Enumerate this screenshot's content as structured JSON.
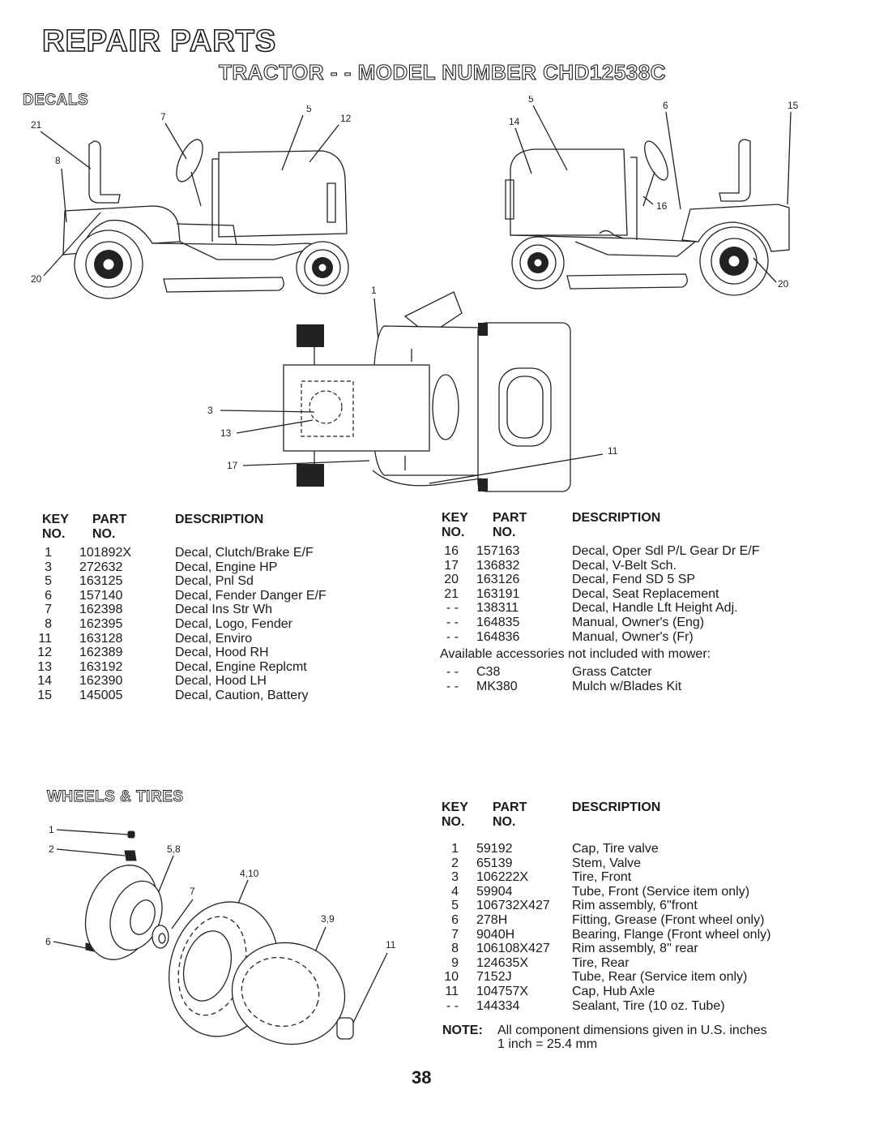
{
  "header": {
    "title": "REPAIR PARTS",
    "subtitle": "TRACTOR - - MODEL NUMBER CHD12538C"
  },
  "decals": {
    "heading": "DECALS",
    "callouts_left": [
      "21",
      "7",
      "5",
      "12",
      "8",
      "20"
    ],
    "callouts_right": [
      "5",
      "6",
      "15",
      "14",
      "16",
      "20"
    ],
    "callouts_top": [
      "1",
      "3",
      "13",
      "17",
      "11"
    ],
    "headers": {
      "key": "KEY",
      "no": "NO.",
      "part": "PART",
      "part_no": "NO.",
      "description": "DESCRIPTION"
    },
    "left_rows": [
      {
        "key": "1",
        "part": "101892X",
        "desc": "Decal, Clutch/Brake E/F"
      },
      {
        "key": "3",
        "part": "272632",
        "desc": "Decal, Engine HP"
      },
      {
        "key": "5",
        "part": "163125",
        "desc": "Decal, Pnl Sd"
      },
      {
        "key": "6",
        "part": "157140",
        "desc": "Decal, Fender Danger E/F"
      },
      {
        "key": "7",
        "part": "162398",
        "desc": "Decal Ins Str Wh"
      },
      {
        "key": "8",
        "part": "162395",
        "desc": "Decal, Logo, Fender"
      },
      {
        "key": "11",
        "part": "163128",
        "desc": "Decal, Enviro"
      },
      {
        "key": "12",
        "part": "162389",
        "desc": "Decal, Hood RH"
      },
      {
        "key": "13",
        "part": "163192",
        "desc": "Decal, Engine Replcmt"
      },
      {
        "key": "14",
        "part": "162390",
        "desc": "Decal, Hood LH"
      },
      {
        "key": "15",
        "part": "145005",
        "desc": "Decal, Caution, Battery"
      }
    ],
    "right_rows": [
      {
        "key": "16",
        "part": "157163",
        "desc": "Decal, Oper Sdl P/L Gear Dr E/F"
      },
      {
        "key": "17",
        "part": "136832",
        "desc": "Decal, V-Belt Sch."
      },
      {
        "key": "20",
        "part": "163126",
        "desc": "Decal, Fend SD 5 SP"
      },
      {
        "key": "21",
        "part": "163191",
        "desc": "Decal, Seat Replacement"
      },
      {
        "key": "- -",
        "part": "138311",
        "desc": "Decal, Handle Lft Height Adj."
      },
      {
        "key": "- -",
        "part": "164835",
        "desc": "Manual, Owner's (Eng)"
      },
      {
        "key": "- -",
        "part": "164836",
        "desc": "Manual, Owner's (Fr)"
      }
    ],
    "accessories_note": "Available accessories not included with mower:",
    "accessories": [
      {
        "key": "- -",
        "part": "C38",
        "desc": "Grass Catcter"
      },
      {
        "key": "- -",
        "part": "MK380",
        "desc": "Mulch w/Blades Kit"
      }
    ]
  },
  "wheels": {
    "heading": "WHEELS & TIRES",
    "callouts": [
      "1",
      "2",
      "5,8",
      "4,10",
      "7",
      "3,9",
      "6",
      "11"
    ],
    "headers": {
      "key": "KEY",
      "no": "NO.",
      "part": "PART",
      "part_no": "NO.",
      "description": "DESCRIPTION"
    },
    "rows": [
      {
        "key": "1",
        "part": "59192",
        "desc": "Cap, Tire valve"
      },
      {
        "key": "2",
        "part": "65139",
        "desc": "Stem, Valve"
      },
      {
        "key": "3",
        "part": "106222X",
        "desc": "Tire, Front"
      },
      {
        "key": "4",
        "part": "59904",
        "desc": "Tube, Front (Service item only)"
      },
      {
        "key": "5",
        "part": "106732X427",
        "desc": "Rim assembly, 6\"front"
      },
      {
        "key": "6",
        "part": "278H",
        "desc": "Fitting, Grease (Front wheel only)"
      },
      {
        "key": "7",
        "part": "9040H",
        "desc": "Bearing, Flange (Front wheel only)"
      },
      {
        "key": "8",
        "part": "106108X427",
        "desc": "Rim assembly, 8\" rear"
      },
      {
        "key": "9",
        "part": "124635X",
        "desc": "Tire, Rear"
      },
      {
        "key": "10",
        "part": "7152J",
        "desc": "Tube, Rear (Service item only)"
      },
      {
        "key": "11",
        "part": "104757X",
        "desc": "Cap, Hub Axle"
      },
      {
        "key": "- -",
        "part": "144334",
        "desc": "Sealant, Tire (10 oz. Tube)"
      }
    ],
    "note_label": "NOTE:",
    "note_line1": "All component dimensions given in U.S. inches",
    "note_line2": "1 inch = 25.4 mm"
  },
  "page_number": "38"
}
